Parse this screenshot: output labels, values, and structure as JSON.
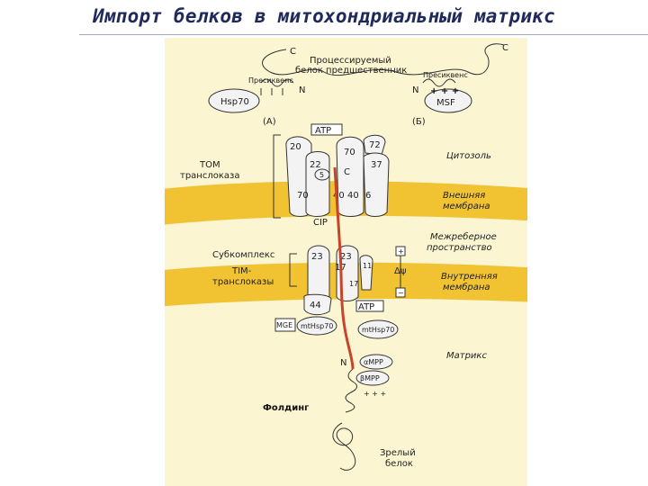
{
  "title": "Импорт белков в митохондриальный матрикс",
  "colors": {
    "panel": "#fbf5d2",
    "membrane": "#f1c232",
    "chain": "#c8442a",
    "title": "#1f2a5a"
  },
  "labels": {
    "c_left": "C",
    "c_right": "C",
    "precursor_line1": "Процессируемый",
    "precursor_line2": "белок предшественник",
    "presequence_left": "Пресиквенс",
    "presequence_right": "Пресиквенс",
    "n_left": "N",
    "n_right": "N",
    "plus_signs": "+ + +",
    "hsp70": "Hsp70",
    "msf": "MSF",
    "panel_a": "(A)",
    "panel_b": "(Б)",
    "atp_top": "ATP",
    "tom_line1": "ТОМ",
    "tom_line2": "транслоказа",
    "cytosol": "Цитозоль",
    "outer_membrane_line1": "Внешняя",
    "outer_membrane_line2": "мембрана",
    "cip": "CIP",
    "intermembrane_line1": "Межреберное",
    "intermembrane_line2": "пространство",
    "subcomplex": "Субкомплекс",
    "tim_line1": "TIM-",
    "tim_line2": "транслоказы",
    "plus_box": "+",
    "minus_box": "−",
    "delta_psi": "Δψ",
    "inner_membrane_line1": "Внутренняя",
    "inner_membrane_line2": "мембрана",
    "atp_bottom": "ATP",
    "mge": "MGE",
    "mthsp70": "mtHsp70",
    "mthsp70_right": "mtHsp70",
    "matrix": "Матрикс",
    "n_matrix": "N",
    "mpp_alpha": "αMPP",
    "mpp_beta": "βMPP",
    "folding": "Фолдинг",
    "mature_line1": "Зрелый",
    "mature_line2": "белок",
    "sub_20": "20",
    "sub_22": "22",
    "sub_70": "70",
    "sub_72": "72",
    "sub_37": "37",
    "sub_5": "5",
    "sub_c_mid": "C",
    "sub_40a": "70",
    "sub_40b": "40",
    "sub_40c": "40",
    "sub_6": "6",
    "sub_23a": "23",
    "sub_23b": "23",
    "sub_17": "17",
    "sub_11": "11",
    "sub_17b": "17",
    "sub_44": "44"
  }
}
